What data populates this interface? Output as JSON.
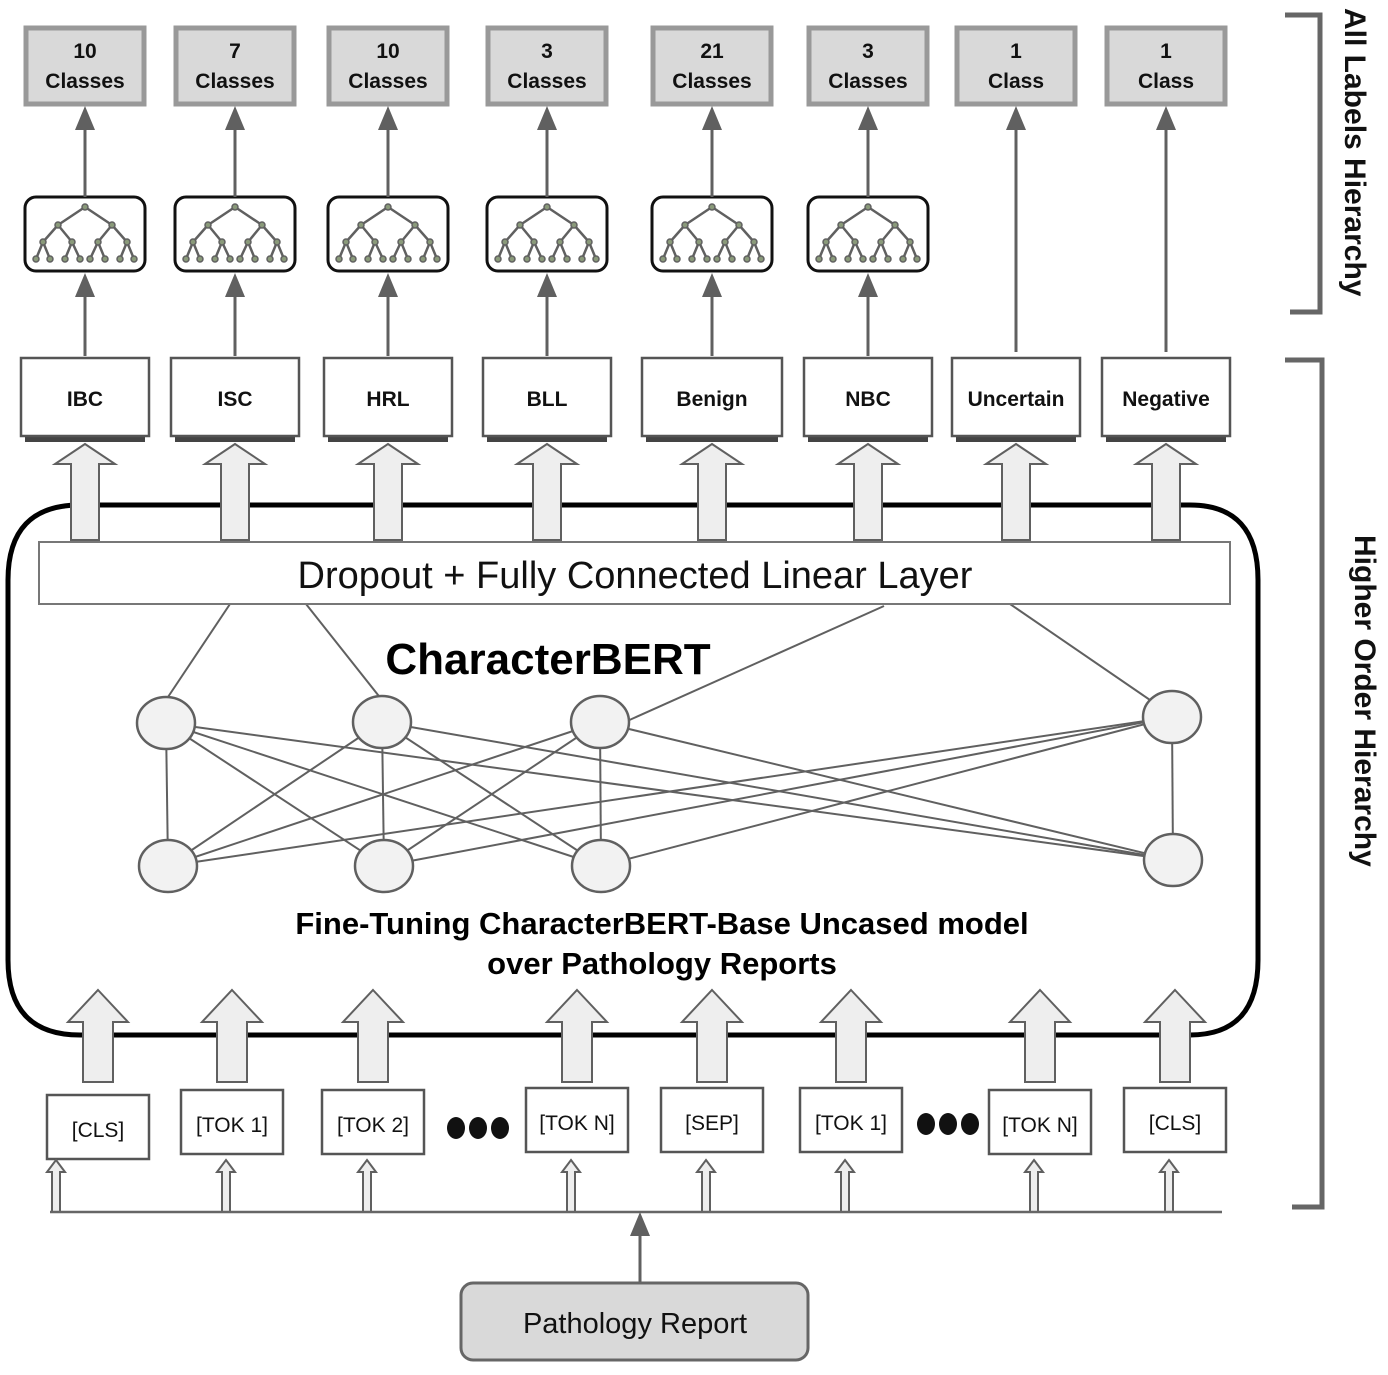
{
  "diagram": {
    "title": "CharacterBERT",
    "subtitle_line1": "Fine-Tuning CharacterBERT-Base Uncased model",
    "subtitle_line2": "over Pathology Reports",
    "fc_layer_label": "Dropout + Fully Connected Linear Layer",
    "input_label": "Pathology Report",
    "side_labels": {
      "all_labels": "All Labels Hierarchy",
      "higher_order": "Higher Order Hierarchy"
    },
    "heads": [
      {
        "label": "IBC",
        "count": "10",
        "unit": "Classes",
        "has_tree": true
      },
      {
        "label": "ISC",
        "count": "7",
        "unit": "Classes",
        "has_tree": true
      },
      {
        "label": "HRL",
        "count": "10",
        "unit": "Classes",
        "has_tree": true
      },
      {
        "label": "BLL",
        "count": "3",
        "unit": "Classes",
        "has_tree": true
      },
      {
        "label": "Benign",
        "count": "21",
        "unit": "Classes",
        "has_tree": true
      },
      {
        "label": "NBC",
        "count": "3",
        "unit": "Classes",
        "has_tree": true
      },
      {
        "label": "Uncertain",
        "count": "1",
        "unit": "Class",
        "has_tree": false
      },
      {
        "label": "Negative",
        "count": "1",
        "unit": "Class",
        "has_tree": false
      }
    ],
    "tokens": [
      "[CLS]",
      "[TOK 1]",
      "[TOK 2]",
      "...",
      "[TOK N]",
      "[SEP]",
      "[TOK 1]",
      "...",
      "[TOK N]",
      "[CLS]"
    ],
    "colors": {
      "class_box_fill": "#d9d9d9",
      "class_box_stroke": "#999999",
      "line": "#606060",
      "arrow_fill": "#eeeeee",
      "node_fill": "#f2f2f2",
      "report_fill": "#d9d9d9",
      "outline": "#000000"
    }
  }
}
